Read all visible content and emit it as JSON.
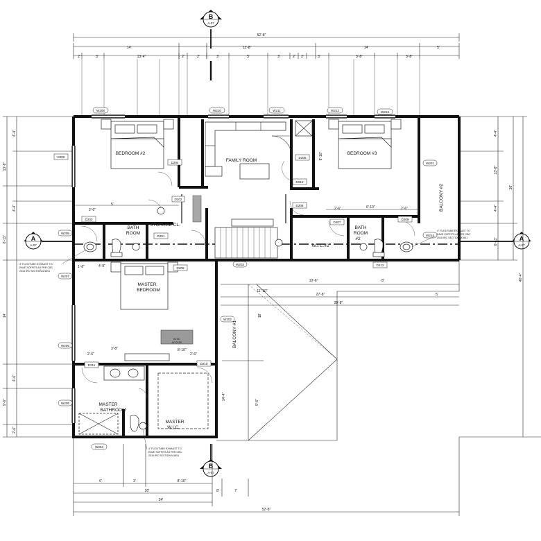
{
  "rooms": {
    "bedroom2": "BEDROOM #2",
    "bedroom3": "BEDROOM #3",
    "family_room": "FAMILY ROOM",
    "bath_room_left_1": "BATH",
    "bath_room_left_2": "ROOM",
    "bath_room_right_1": "BATH",
    "bath_room_right_2": "ROOM",
    "bath_room_right_3": "#2",
    "storage": "STORAGE CL.",
    "wic2": "W.I.C.#2",
    "master_bedroom_1": "MASTER",
    "master_bedroom_2": "BEDROOM",
    "master_bathroom_1": "MASTER",
    "master_bathroom_2": "BATHROOM",
    "master_wic_1": "MASTER",
    "master_wic_2": "W.I.C.",
    "balcony1": "BALCONY #1",
    "balcony2": "BALCONY #2"
  },
  "section_markers": {
    "top": {
      "letter": "B",
      "sheet": "A-07"
    },
    "bottom": {
      "letter": "B",
      "sheet": "A-07"
    },
    "left": {
      "letter": "A",
      "sheet": "A-07"
    },
    "right": {
      "letter": "A",
      "sheet": "A-07"
    }
  },
  "dimensions": {
    "overall_top": "52'-8\"",
    "top_left": "14'",
    "top_mid": "12'-8\"",
    "top_right": "14'",
    "top_right_small": "5'",
    "top_row": [
      "2'",
      "3'",
      "13'-4\"",
      "2'",
      "2'",
      "3'",
      "5'",
      "3'",
      "2'",
      "2'",
      "3'",
      "3'-8\"",
      "3'-8\""
    ],
    "left_col": [
      "13'-8\"",
      "4'-4\"",
      "4'-4\"",
      "6'-11\"",
      "14'",
      "4'-6\"",
      "9'-6\"",
      "2'-6\""
    ],
    "right_col": [
      "4'-4\"",
      "13'-8\"",
      "4'-4\"",
      "6'-11\""
    ],
    "right_overall": "36'",
    "right_total": "46'-4\"",
    "bottom_left_6": "6'",
    "bottom_left_3": "3'",
    "bottom_mid": "8'-10\"",
    "bottom_20": "20'",
    "bottom_24": "24'",
    "bottom_overall": "52'-8\"",
    "bottom_small_a": "8'",
    "bottom_small_b": "7'",
    "mid_11_10": "11'-10\"",
    "mid_18": "18'",
    "mid_27_8": "27'-8\"",
    "mid_28_8": "28'-8\"",
    "mid_5": "5'",
    "mid_8": "8'",
    "mid_10_6": "10'-6\"",
    "balcony1_h": "14'-4\"",
    "wic_9_10": "9'-10\"",
    "wic_8_10": "8'-10\"",
    "dim_2_6a": "2'-6\"",
    "dim_2_6b": "2'-6\"",
    "dim_2_6c": "2'-6\"",
    "dim_2_6d": "2'-6\"",
    "dim_5": "5'",
    "dim_6_10": "6'-10\"",
    "dim_3_8": "3'-8\"",
    "dim_1_6": "1'-6\"",
    "dim_4_9": "4'-9\"",
    "dim_2_6e": "2'-6\""
  },
  "tags": {
    "w208": "W208",
    "w210": "W210",
    "w211": "W211",
    "w212": "W212",
    "w213": "W213",
    "w209": "W209",
    "w207": "W207",
    "w206": "W206",
    "w205": "W205",
    "w204": "W204",
    "w203": "W203",
    "w202": "W202",
    "w201": "W201",
    "w214": "W214",
    "d200": "D200",
    "d201": "D201",
    "d202": "D202",
    "d203": "D203",
    "d204": "D204",
    "d205": "D205",
    "d206": "D206",
    "d207": "D207",
    "d208": "D208",
    "d209": "D209",
    "d210": "D210",
    "d211": "D211",
    "d212": "D212",
    "d213": "D213"
  },
  "notes": {
    "exhaust_left_1": "4\" FLEX/TUBE EXHAUST TO",
    "exhaust_left_2": "EAVE SOFFITS AS PER CBC",
    "exhaust_left_3": "2016 IRC SECTION M1501",
    "exhaust_right_1": "4\" FLEX/TUBE EXHAUST TO",
    "exhaust_right_2": "EAVE SOFFITS AS PER CBC",
    "exhaust_right_3": "2016 IRC SECTION M1501",
    "exhaust_bottom_1": "4\" FLEX/TUBE EXHAUST TO",
    "exhaust_bottom_2": "EAVE SOFFITS AS PER CBC",
    "exhaust_bottom_3": "2016 IRC SECTION M1501",
    "attic_1": "ATTIC",
    "attic_2": "ACCESS"
  },
  "colors": {
    "line": "#111111",
    "hatch": "#9a9a9a",
    "paper": "#ffffff"
  }
}
